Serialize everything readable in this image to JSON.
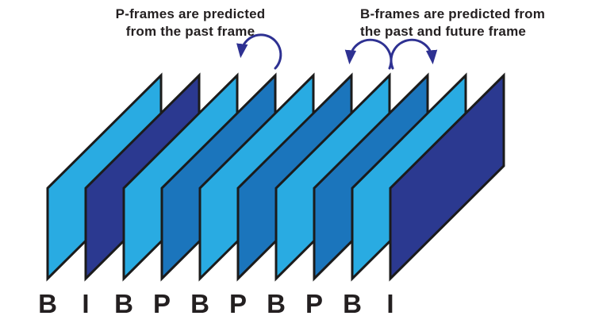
{
  "captions": {
    "p_frames": {
      "line1": "P-frames are predicted",
      "line2": "from the past frame"
    },
    "b_frames": {
      "line1": "B-frames are predicted from",
      "line2": "the past and future frame"
    }
  },
  "frames": [
    {
      "letter": "B",
      "type": "B-frame",
      "color": "#29ABE2"
    },
    {
      "letter": "I",
      "type": "I-frame",
      "color": "#2B3990"
    },
    {
      "letter": "B",
      "type": "B-frame",
      "color": "#29ABE2"
    },
    {
      "letter": "P",
      "type": "P-frame",
      "color": "#1B75BC"
    },
    {
      "letter": "B",
      "type": "B-frame",
      "color": "#29ABE2"
    },
    {
      "letter": "P",
      "type": "P-frame",
      "color": "#1B75BC"
    },
    {
      "letter": "B",
      "type": "B-frame",
      "color": "#29ABE2"
    },
    {
      "letter": "P",
      "type": "P-frame",
      "color": "#1B75BC"
    },
    {
      "letter": "B",
      "type": "B-frame",
      "color": "#29ABE2"
    },
    {
      "letter": "I",
      "type": "I-frame",
      "color": "#2B3990"
    }
  ],
  "arrows": {
    "p_arrow": {
      "from_frame_index": 3,
      "to_frame_index": 2
    },
    "b_arrow_past": {
      "from_frame_index": 6,
      "to_frame_index": 5
    },
    "b_arrow_future": {
      "from_frame_index": 6,
      "to_frame_index": 7
    }
  },
  "colors": {
    "b_frame": "#29ABE2",
    "p_frame": "#1B75BC",
    "i_frame": "#2B3990",
    "arrow": "#2E3192",
    "outline": "#1B1B1B",
    "text": "#231F20"
  }
}
